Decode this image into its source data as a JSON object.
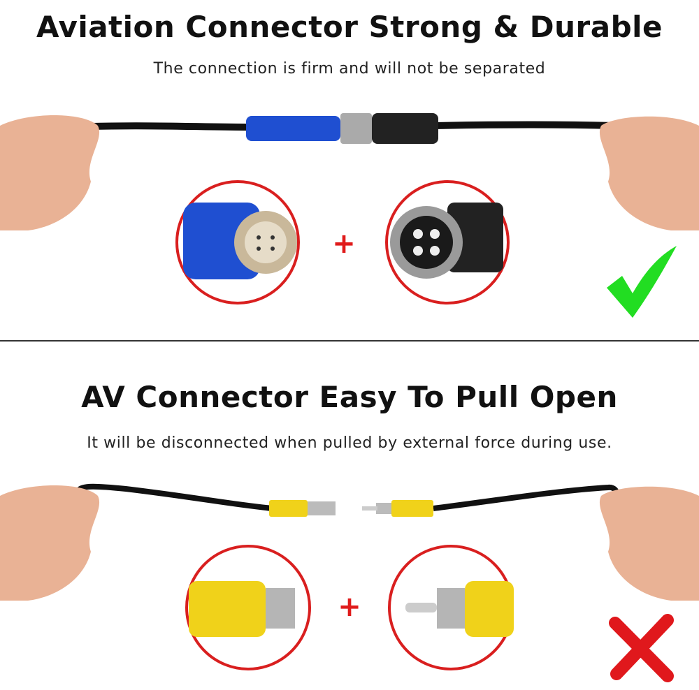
{
  "top_section": {
    "title": "Aviation Connector Strong & Durable",
    "subtitle": "The connection is firm and will not be separated",
    "plus": "+",
    "verdict_icon": "check-icon",
    "verdict_color": "#22dd22",
    "connector_color": "#1f4fd1"
  },
  "bottom_section": {
    "title": "AV Connector Easy To Pull Open",
    "subtitle": "It will be disconnected when pulled by external force during use.",
    "plus": "+",
    "verdict_icon": "cross-icon",
    "verdict_color": "#e0181c",
    "connector_color": "#f0d21a"
  },
  "circle_border_color": "#d91f1f"
}
